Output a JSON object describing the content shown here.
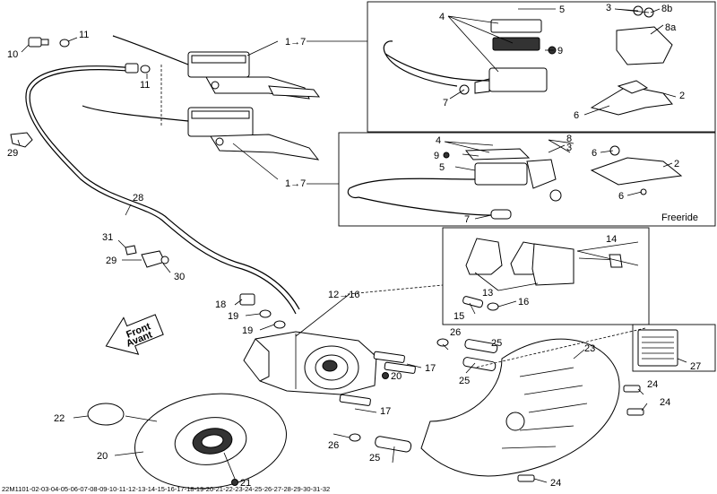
{
  "labels": {
    "l1": "1",
    "l2": "2",
    "l3": "3",
    "l4": "4",
    "l5": "5",
    "l6": "6",
    "l7": "7",
    "l8": "8",
    "l8a": "8a",
    "l8b": "8b",
    "l9": "9",
    "l10": "10",
    "l11": "11",
    "l12": "12",
    "l13": "13",
    "l14": "14",
    "l15": "15",
    "l16": "16",
    "l17": "17",
    "l18": "18",
    "l19": "19",
    "l20": "20",
    "l21": "21",
    "l22": "22",
    "l23": "23",
    "l24": "24",
    "l25": "25",
    "l26": "26",
    "l27": "27",
    "l28": "28",
    "l29": "29",
    "l30": "30",
    "l31": "31"
  },
  "ranges": {
    "r1to7": "1→7",
    "r12to16": "12→16"
  },
  "freeride": "Freeride",
  "front_top": "Front",
  "front_bottom": "Avant",
  "caption": "22M1101-02-03-04-05-06-07-08-09-10-11-12-13-14-15-16-17-18-19-20-21-22-23-24-25-26-27-28-29-30-31-32"
}
